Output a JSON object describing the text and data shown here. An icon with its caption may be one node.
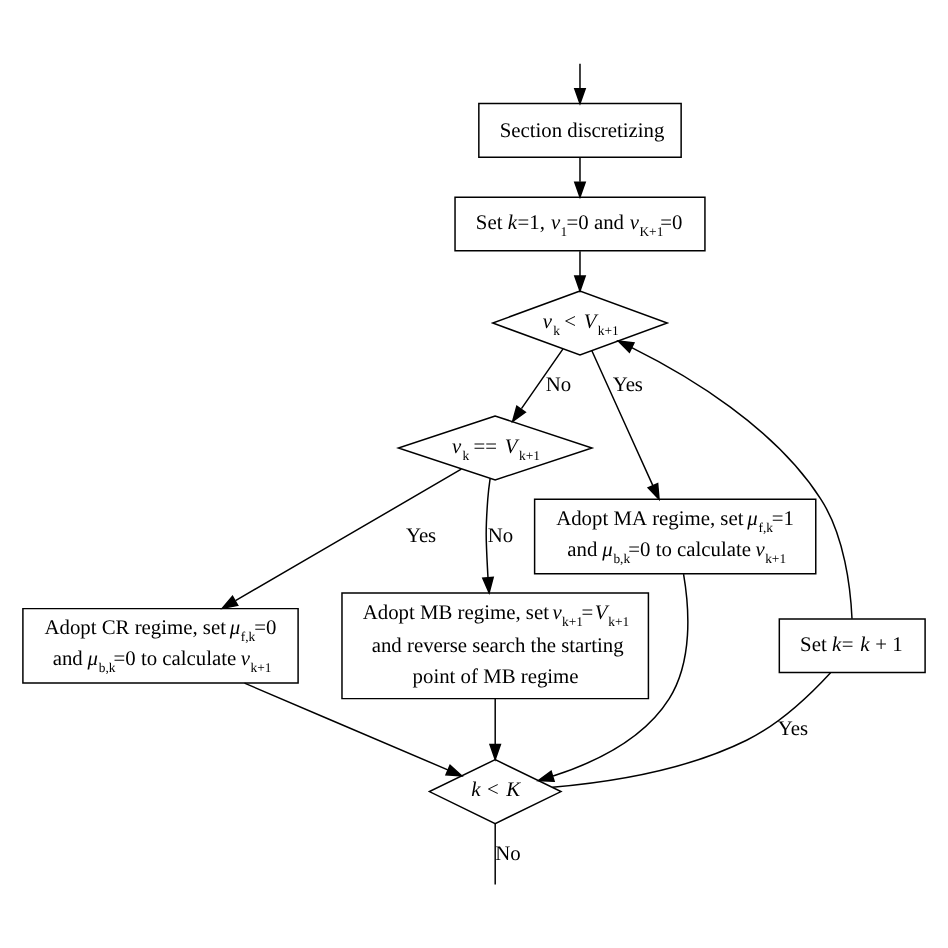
{
  "diagram": {
    "nodes": [
      {
        "text": [
          "Section discretizing"
        ]
      },
      {
        "text": [
          "Set *k*=1, *v*$_{1}$=0 and *v*$_{K+1}$=0"
        ]
      },
      {
        "text": [
          "*v*$_{k}$ < *V*$_{k+1}$"
        ]
      },
      {
        "text": [
          "*v*$_{k}$ == *V*$_{k+1}$"
        ]
      },
      {
        "text": [
          "Adopt MA regime, set *μ*$_{f,k}$=1 and *μ*$_{b,k}$=0 to calculate *v*$_{k+1}$"
        ]
      },
      {
        "text": [
          "Adopt CR regime, set *μ*$_{f,k}$=0 and *μ*$_{b,k}$=0 to calculate *v*$_{k+1}$"
        ]
      },
      {
        "text": [
          "Adopt MB regime, set *v*$_{k+1}$=*V*$_{k+1}$ and reverse search the starting point of MB regime"
        ]
      },
      {
        "text": [
          "*k* < *K*"
        ]
      },
      {
        "text": [
          "Set *k*= *k* + 1"
        ]
      }
    ],
    "edges": [
      {
        "from": null,
        "to": 0,
        "arrow": "to"
      },
      {
        "from": 0,
        "to": 1,
        "arrow": "to"
      },
      {
        "from": 1,
        "to": 2,
        "arrow": "to"
      },
      {
        "from": 2,
        "to": 3,
        "arrow": "to",
        "label": "No"
      },
      {
        "from": 2,
        "to": 4,
        "arrow": "to",
        "label": "Yes"
      },
      {
        "from": 3,
        "to": 5,
        "arrow": "to",
        "label": "Yes"
      },
      {
        "from": 3,
        "to": 6,
        "arrow": "to",
        "label": "No"
      },
      {
        "from": 4,
        "to": 7,
        "arrow": "to"
      },
      {
        "from": 5,
        "to": 7,
        "arrow": "to"
      },
      {
        "from": 6,
        "to": 7,
        "arrow": "to"
      },
      {
        "from": 7,
        "to": 8,
        "arrow": "none",
        "label": "Yes"
      },
      {
        "from": 8,
        "to": 2,
        "arrow": "to"
      },
      {
        "from": 7,
        "to": null,
        "arrow": "none",
        "label": "No"
      }
    ]
  }
}
